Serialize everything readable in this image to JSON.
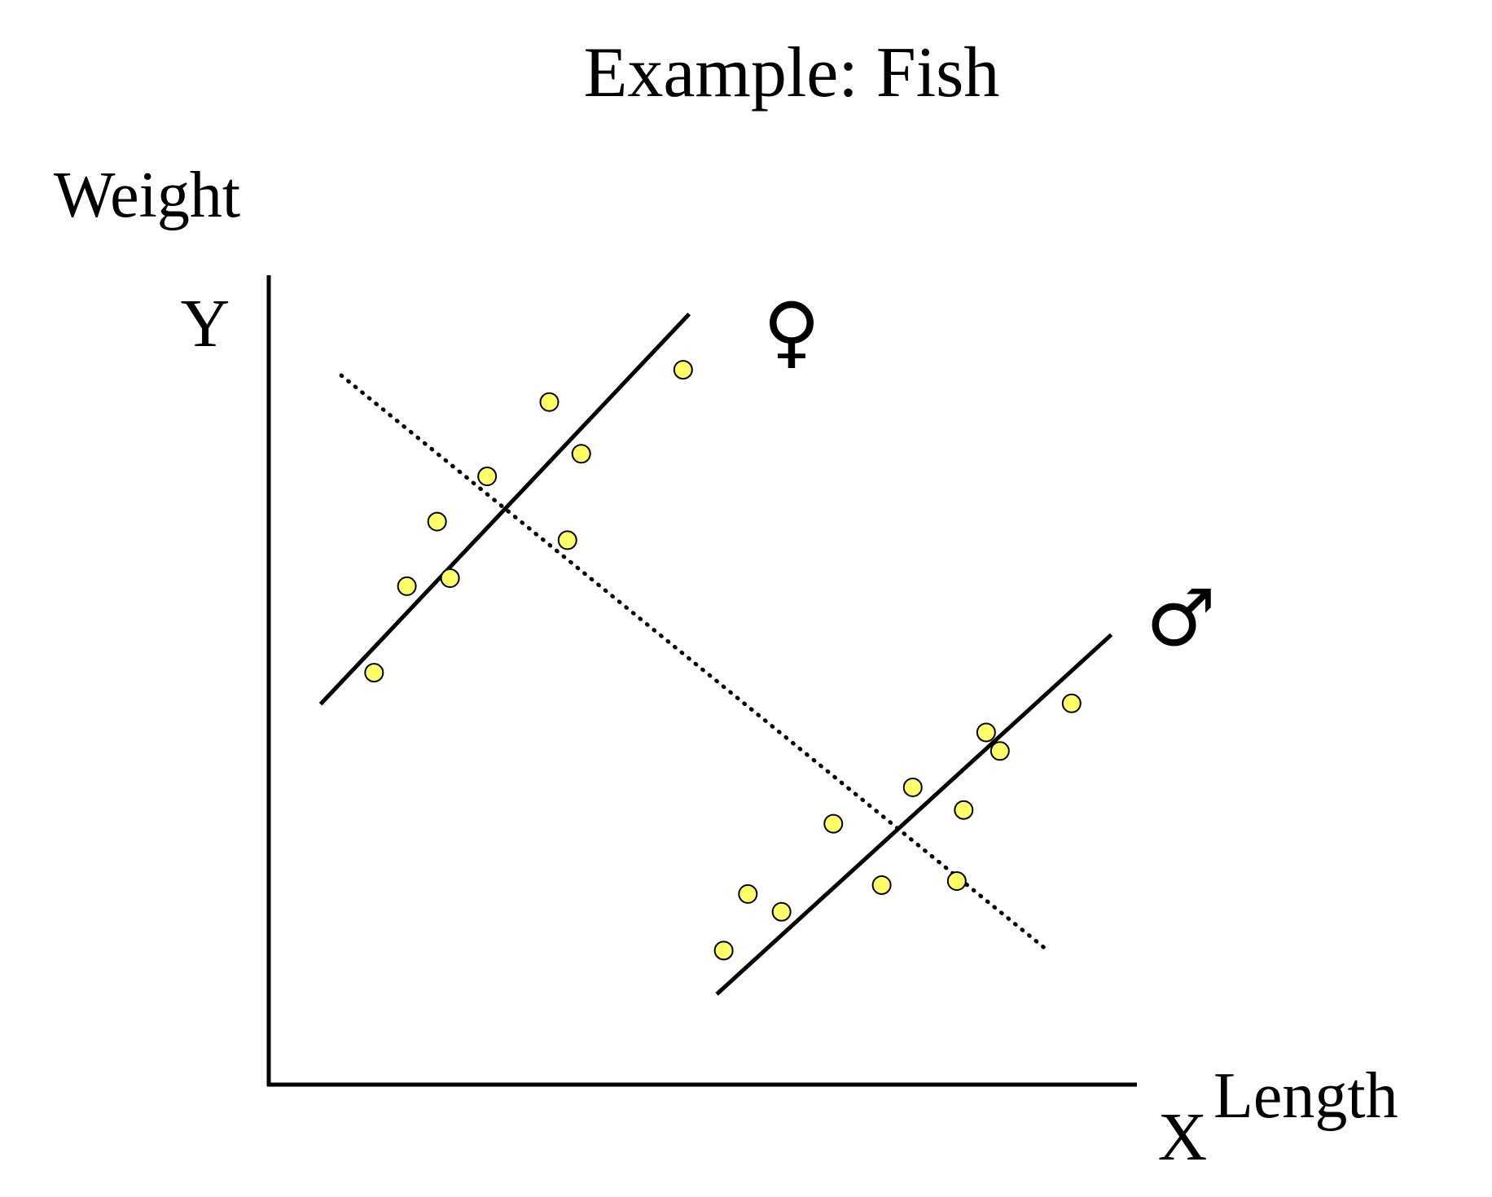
{
  "chart_data": {
    "type": "scatter",
    "title": "Example: Fish",
    "ylabel": "Weight",
    "xlabel": "Length",
    "y_axis_letter": "Y",
    "x_axis_letter": "X",
    "grid": false,
    "legend": "none",
    "xlim": [
      0,
      100
    ],
    "ylim": [
      0,
      100
    ],
    "series": [
      {
        "name": "♀",
        "symbol_color": "#000000",
        "marker_color": "#ffff66",
        "x": [
          12.2,
          16.0,
          19.5,
          21.0,
          25.3,
          32.5,
          34.6,
          36.2,
          48.0
        ],
        "y": [
          51.0,
          61.7,
          69.7,
          62.7,
          75.3,
          84.5,
          67.4,
          78.1,
          88.5
        ],
        "fit_line": {
          "x": [
            6.0,
            48.7
          ],
          "y": [
            47.1,
            95.4
          ]
        }
      },
      {
        "name": "♂",
        "symbol_color": "#000000",
        "marker_color": "#ffff66",
        "x": [
          52.7,
          55.5,
          59.4,
          65.4,
          71.0,
          74.6,
          79.7,
          80.5,
          83.1,
          84.7,
          93.0
        ],
        "y": [
          16.6,
          23.6,
          21.4,
          32.3,
          24.7,
          36.8,
          25.2,
          34.0,
          43.6,
          41.3,
          47.2
        ],
        "fit_line": {
          "x": [
            51.9,
            97.6
          ],
          "y": [
            11.2,
            55.7
          ]
        }
      }
    ],
    "dotted_line": {
      "x": [
        8.4,
        90.0
      ],
      "y": [
        87.8,
        16.8
      ]
    }
  }
}
